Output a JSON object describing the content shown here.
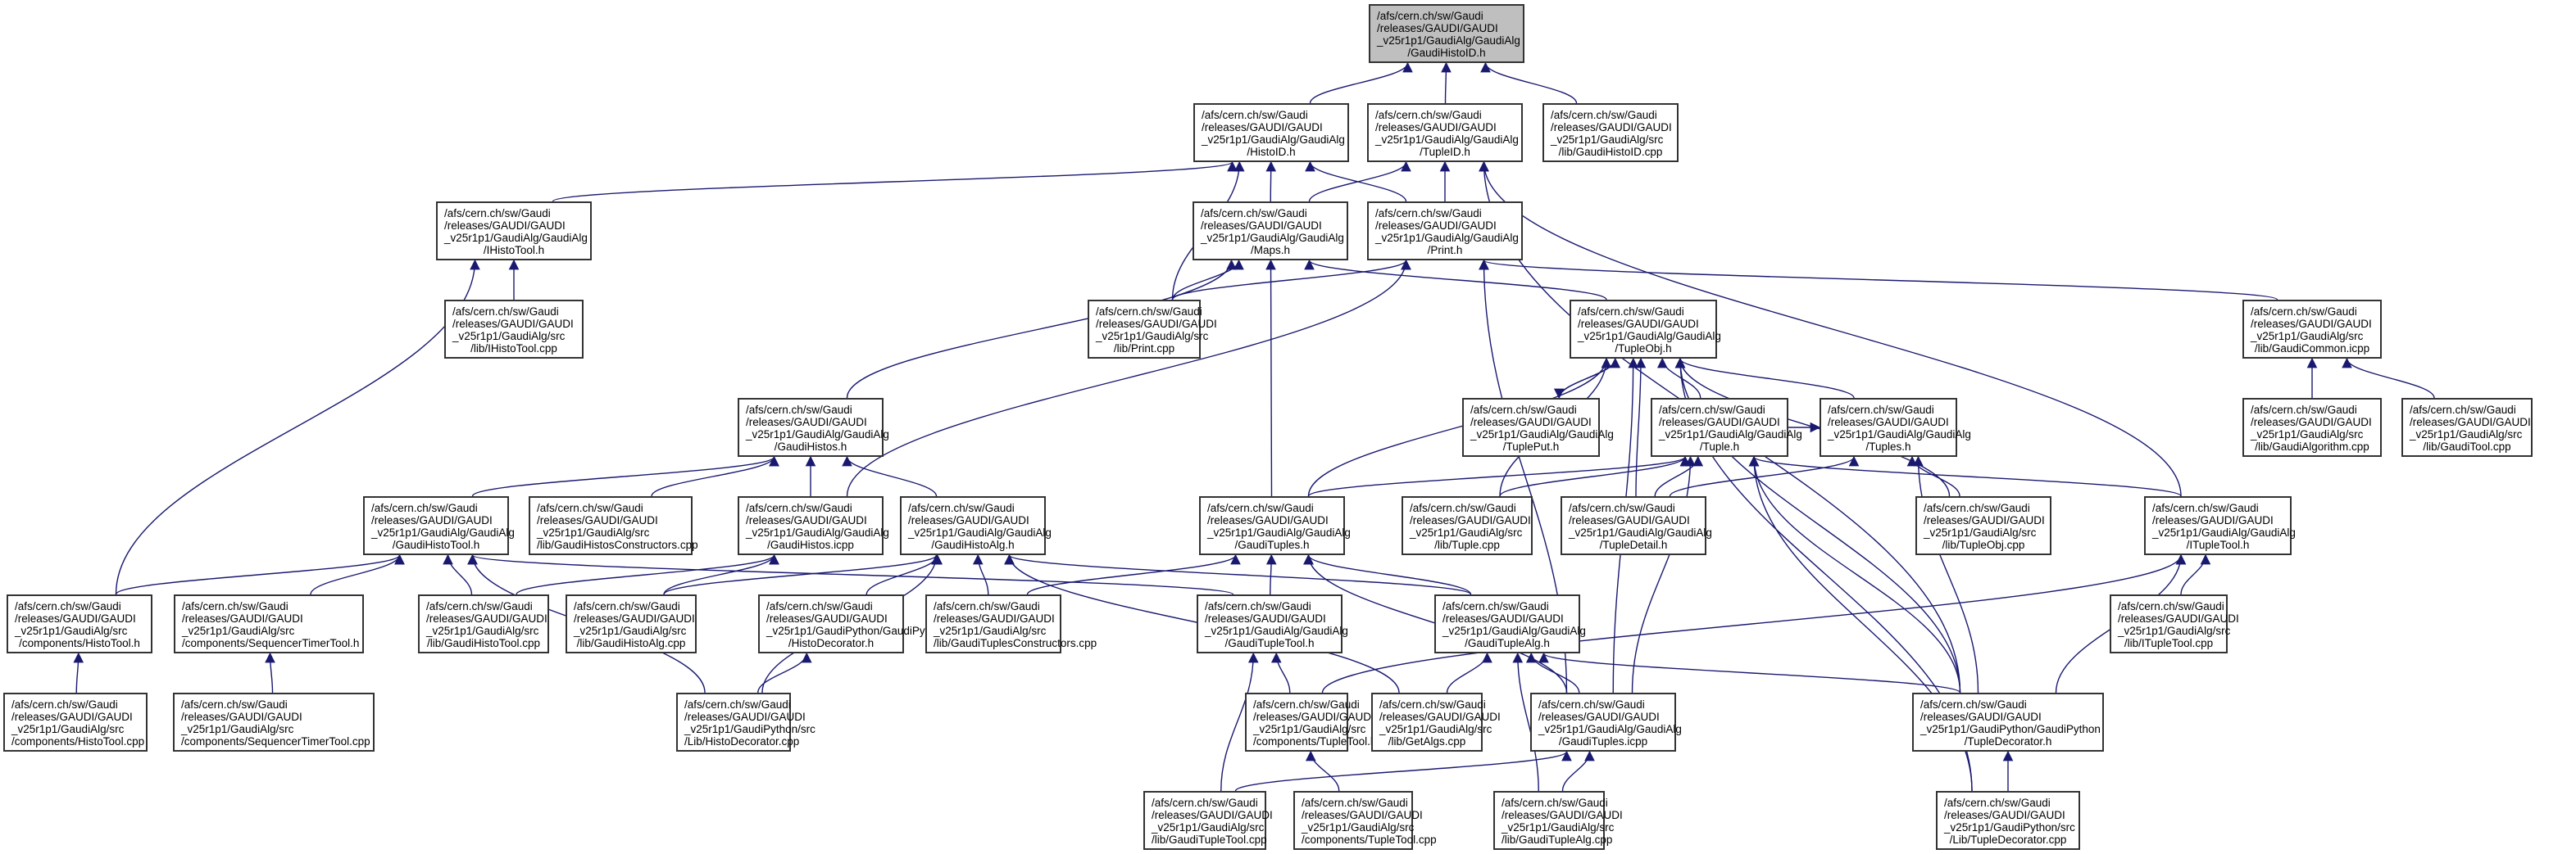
{
  "graph": {
    "title": "Include dependency graph for GaudiHistoID.h",
    "edge_color": "#191970",
    "root_fill": "#bfbfbf",
    "nodes": [
      {
        "id": "GaudiHistoID_h",
        "lines": [
          "/afs/cern.ch/sw/Gaudi",
          "/releases/GAUDI/GAUDI",
          "_v25r1p1/GaudiAlg/GaudiAlg",
          "/GaudiHistoID.h"
        ],
        "root": true
      },
      {
        "id": "HistoID_h",
        "lines": [
          "/afs/cern.ch/sw/Gaudi",
          "/releases/GAUDI/GAUDI",
          "_v25r1p1/GaudiAlg/GaudiAlg",
          "/HistoID.h"
        ]
      },
      {
        "id": "TupleID_h",
        "lines": [
          "/afs/cern.ch/sw/Gaudi",
          "/releases/GAUDI/GAUDI",
          "_v25r1p1/GaudiAlg/GaudiAlg",
          "/TupleID.h"
        ]
      },
      {
        "id": "GaudiHistoID_cpp",
        "lines": [
          "/afs/cern.ch/sw/Gaudi",
          "/releases/GAUDI/GAUDI",
          "_v25r1p1/GaudiAlg/src",
          "/lib/GaudiHistoID.cpp"
        ]
      },
      {
        "id": "IHistoTool_h",
        "lines": [
          "/afs/cern.ch/sw/Gaudi",
          "/releases/GAUDI/GAUDI",
          "_v25r1p1/GaudiAlg/GaudiAlg",
          "/IHistoTool.h"
        ]
      },
      {
        "id": "Maps_h",
        "lines": [
          "/afs/cern.ch/sw/Gaudi",
          "/releases/GAUDI/GAUDI",
          "_v25r1p1/GaudiAlg/GaudiAlg",
          "/Maps.h"
        ]
      },
      {
        "id": "Print_h",
        "lines": [
          "/afs/cern.ch/sw/Gaudi",
          "/releases/GAUDI/GAUDI",
          "_v25r1p1/GaudiAlg/GaudiAlg",
          "/Print.h"
        ]
      },
      {
        "id": "IHistoTool_cpp",
        "lines": [
          "/afs/cern.ch/sw/Gaudi",
          "/releases/GAUDI/GAUDI",
          "_v25r1p1/GaudiAlg/src",
          "/lib/IHistoTool.cpp"
        ]
      },
      {
        "id": "Print_cpp",
        "lines": [
          "/afs/cern.ch/sw/Gaudi",
          "/releases/GAUDI/GAUDI",
          "_v25r1p1/GaudiAlg/src",
          "/lib/Print.cpp"
        ]
      },
      {
        "id": "TupleObj_h",
        "lines": [
          "/afs/cern.ch/sw/Gaudi",
          "/releases/GAUDI/GAUDI",
          "_v25r1p1/GaudiAlg/GaudiAlg",
          "/TupleObj.h"
        ]
      },
      {
        "id": "GaudiCommon_icpp",
        "lines": [
          "/afs/cern.ch/sw/Gaudi",
          "/releases/GAUDI/GAUDI",
          "_v25r1p1/GaudiAlg/src",
          "/lib/GaudiCommon.icpp"
        ]
      },
      {
        "id": "GaudiHistos_h",
        "lines": [
          "/afs/cern.ch/sw/Gaudi",
          "/releases/GAUDI/GAUDI",
          "_v25r1p1/GaudiAlg/GaudiAlg",
          "/GaudiHistos.h"
        ]
      },
      {
        "id": "TuplePut_h",
        "lines": [
          "/afs/cern.ch/sw/Gaudi",
          "/releases/GAUDI/GAUDI",
          "_v25r1p1/GaudiAlg/GaudiAlg",
          "/TuplePut.h"
        ]
      },
      {
        "id": "Tuple_h",
        "lines": [
          "/afs/cern.ch/sw/Gaudi",
          "/releases/GAUDI/GAUDI",
          "_v25r1p1/GaudiAlg/GaudiAlg",
          "/Tuple.h"
        ]
      },
      {
        "id": "Tuples_h",
        "lines": [
          "/afs/cern.ch/sw/Gaudi",
          "/releases/GAUDI/GAUDI",
          "_v25r1p1/GaudiAlg/GaudiAlg",
          "/Tuples.h"
        ]
      },
      {
        "id": "GaudiAlgorithm_cpp",
        "lines": [
          "/afs/cern.ch/sw/Gaudi",
          "/releases/GAUDI/GAUDI",
          "_v25r1p1/GaudiAlg/src",
          "/lib/GaudiAlgorithm.cpp"
        ]
      },
      {
        "id": "GaudiTool_cpp",
        "lines": [
          "/afs/cern.ch/sw/Gaudi",
          "/releases/GAUDI/GAUDI",
          "_v25r1p1/GaudiAlg/src",
          "/lib/GaudiTool.cpp"
        ]
      },
      {
        "id": "GaudiHistoTool_h",
        "lines": [
          "/afs/cern.ch/sw/Gaudi",
          "/releases/GAUDI/GAUDI",
          "_v25r1p1/GaudiAlg/GaudiAlg",
          "/GaudiHistoTool.h"
        ]
      },
      {
        "id": "GaudiHistosConstructors_cpp",
        "lines": [
          "/afs/cern.ch/sw/Gaudi",
          "/releases/GAUDI/GAUDI",
          "_v25r1p1/GaudiAlg/src",
          "/lib/GaudiHistosConstructors.cpp"
        ]
      },
      {
        "id": "GaudiHistos_icpp",
        "lines": [
          "/afs/cern.ch/sw/Gaudi",
          "/releases/GAUDI/GAUDI",
          "_v25r1p1/GaudiAlg/GaudiAlg",
          "/GaudiHistos.icpp"
        ]
      },
      {
        "id": "GaudiHistoAlg_h",
        "lines": [
          "/afs/cern.ch/sw/Gaudi",
          "/releases/GAUDI/GAUDI",
          "_v25r1p1/GaudiAlg/GaudiAlg",
          "/GaudiHistoAlg.h"
        ]
      },
      {
        "id": "GaudiTuples_h",
        "lines": [
          "/afs/cern.ch/sw/Gaudi",
          "/releases/GAUDI/GAUDI",
          "_v25r1p1/GaudiAlg/GaudiAlg",
          "/GaudiTuples.h"
        ]
      },
      {
        "id": "Tuple_cpp",
        "lines": [
          "/afs/cern.ch/sw/Gaudi",
          "/releases/GAUDI/GAUDI",
          "_v25r1p1/GaudiAlg/src",
          "/lib/Tuple.cpp"
        ]
      },
      {
        "id": "TupleDetail_h",
        "lines": [
          "/afs/cern.ch/sw/Gaudi",
          "/releases/GAUDI/GAUDI",
          "_v25r1p1/GaudiAlg/GaudiAlg",
          "/TupleDetail.h"
        ]
      },
      {
        "id": "TupleObj_cpp",
        "lines": [
          "/afs/cern.ch/sw/Gaudi",
          "/releases/GAUDI/GAUDI",
          "_v25r1p1/GaudiAlg/src",
          "/lib/TupleObj.cpp"
        ]
      },
      {
        "id": "ITupleTool_h",
        "lines": [
          "/afs/cern.ch/sw/Gaudi",
          "/releases/GAUDI/GAUDI",
          "_v25r1p1/GaudiAlg/GaudiAlg",
          "/ITupleTool.h"
        ]
      },
      {
        "id": "HistoTool_h",
        "lines": [
          "/afs/cern.ch/sw/Gaudi",
          "/releases/GAUDI/GAUDI",
          "_v25r1p1/GaudiAlg/src",
          "/components/HistoTool.h"
        ]
      },
      {
        "id": "SequencerTimerTool_h",
        "lines": [
          "/afs/cern.ch/sw/Gaudi",
          "/releases/GAUDI/GAUDI",
          "_v25r1p1/GaudiAlg/src",
          "/components/SequencerTimerTool.h"
        ]
      },
      {
        "id": "GaudiHistoTool_cpp",
        "lines": [
          "/afs/cern.ch/sw/Gaudi",
          "/releases/GAUDI/GAUDI",
          "_v25r1p1/GaudiAlg/src",
          "/lib/GaudiHistoTool.cpp"
        ]
      },
      {
        "id": "GaudiHistoAlg_cpp",
        "lines": [
          "/afs/cern.ch/sw/Gaudi",
          "/releases/GAUDI/GAUDI",
          "_v25r1p1/GaudiAlg/src",
          "/lib/GaudiHistoAlg.cpp"
        ]
      },
      {
        "id": "HistoDecorator_h",
        "lines": [
          "/afs/cern.ch/sw/Gaudi",
          "/releases/GAUDI/GAUDI",
          "_v25r1p1/GaudiPython/GaudiPython",
          "/HistoDecorator.h"
        ]
      },
      {
        "id": "GaudiTuplesConstructors_cpp",
        "lines": [
          "/afs/cern.ch/sw/Gaudi",
          "/releases/GAUDI/GAUDI",
          "_v25r1p1/GaudiAlg/src",
          "/lib/GaudiTuplesConstructors.cpp"
        ]
      },
      {
        "id": "GaudiTupleTool_h",
        "lines": [
          "/afs/cern.ch/sw/Gaudi",
          "/releases/GAUDI/GAUDI",
          "_v25r1p1/GaudiAlg/GaudiAlg",
          "/GaudiTupleTool.h"
        ]
      },
      {
        "id": "GaudiTupleAlg_h",
        "lines": [
          "/afs/cern.ch/sw/Gaudi",
          "/releases/GAUDI/GAUDI",
          "_v25r1p1/GaudiAlg/GaudiAlg",
          "/GaudiTupleAlg.h"
        ]
      },
      {
        "id": "ITupleTool_cpp",
        "lines": [
          "/afs/cern.ch/sw/Gaudi",
          "/releases/GAUDI/GAUDI",
          "_v25r1p1/GaudiAlg/src",
          "/lib/ITupleTool.cpp"
        ]
      },
      {
        "id": "HistoTool_cpp",
        "lines": [
          "/afs/cern.ch/sw/Gaudi",
          "/releases/GAUDI/GAUDI",
          "_v25r1p1/GaudiAlg/src",
          "/components/HistoTool.cpp"
        ]
      },
      {
        "id": "SequencerTimerTool_cpp",
        "lines": [
          "/afs/cern.ch/sw/Gaudi",
          "/releases/GAUDI/GAUDI",
          "_v25r1p1/GaudiAlg/src",
          "/components/SequencerTimerTool.cpp"
        ]
      },
      {
        "id": "HistoDecorator_cpp",
        "lines": [
          "/afs/cern.ch/sw/Gaudi",
          "/releases/GAUDI/GAUDI",
          "_v25r1p1/GaudiPython/src",
          "/Lib/HistoDecorator.cpp"
        ]
      },
      {
        "id": "TupleTool_h",
        "lines": [
          "/afs/cern.ch/sw/Gaudi",
          "/releases/GAUDI/GAUDI",
          "_v25r1p1/GaudiAlg/src",
          "/components/TupleTool.h"
        ]
      },
      {
        "id": "GetAlgs_cpp",
        "lines": [
          "/afs/cern.ch/sw/Gaudi",
          "/releases/GAUDI/GAUDI",
          "_v25r1p1/GaudiAlg/src",
          "/lib/GetAlgs.cpp"
        ]
      },
      {
        "id": "GaudiTuples_icpp",
        "lines": [
          "/afs/cern.ch/sw/Gaudi",
          "/releases/GAUDI/GAUDI",
          "_v25r1p1/GaudiAlg/GaudiAlg",
          "/GaudiTuples.icpp"
        ]
      },
      {
        "id": "TupleDecorator_h",
        "lines": [
          "/afs/cern.ch/sw/Gaudi",
          "/releases/GAUDI/GAUDI",
          "_v25r1p1/GaudiPython/GaudiPython",
          "/TupleDecorator.h"
        ]
      },
      {
        "id": "GaudiTupleTool_cpp",
        "lines": [
          "/afs/cern.ch/sw/Gaudi",
          "/releases/GAUDI/GAUDI",
          "_v25r1p1/GaudiAlg/src",
          "/lib/GaudiTupleTool.cpp"
        ]
      },
      {
        "id": "TupleTool_cpp",
        "lines": [
          "/afs/cern.ch/sw/Gaudi",
          "/releases/GAUDI/GAUDI",
          "_v25r1p1/GaudiAlg/src",
          "/components/TupleTool.cpp"
        ]
      },
      {
        "id": "GaudiTupleAlg_cpp",
        "lines": [
          "/afs/cern.ch/sw/Gaudi",
          "/releases/GAUDI/GAUDI",
          "_v25r1p1/GaudiAlg/src",
          "/lib/GaudiTupleAlg.cpp"
        ]
      },
      {
        "id": "TupleDecorator_cpp",
        "lines": [
          "/afs/cern.ch/sw/Gaudi",
          "/releases/GAUDI/GAUDI",
          "_v25r1p1/GaudiPython/src",
          "/Lib/TupleDecorator.cpp"
        ]
      }
    ],
    "edges": [
      [
        "HistoID_h",
        "GaudiHistoID_h"
      ],
      [
        "TupleID_h",
        "GaudiHistoID_h"
      ],
      [
        "GaudiHistoID_cpp",
        "GaudiHistoID_h"
      ],
      [
        "IHistoTool_h",
        "HistoID_h"
      ],
      [
        "Maps_h",
        "HistoID_h"
      ],
      [
        "Print_h",
        "HistoID_h"
      ],
      [
        "Print_cpp",
        "HistoID_h"
      ],
      [
        "Maps_h",
        "TupleID_h"
      ],
      [
        "Print_h",
        "TupleID_h"
      ],
      [
        "ITupleTool_h",
        "TupleID_h"
      ],
      [
        "TupleDecorator_h",
        "TupleID_h"
      ],
      [
        "IHistoTool_cpp",
        "IHistoTool_h"
      ],
      [
        "HistoTool_h",
        "IHistoTool_h"
      ],
      [
        "GaudiHistos_h",
        "Maps_h"
      ],
      [
        "TupleObj_h",
        "Maps_h"
      ],
      [
        "GaudiTuples_h",
        "Maps_h"
      ],
      [
        "Print_cpp",
        "Maps_h"
      ],
      [
        "Print_cpp",
        "Print_h"
      ],
      [
        "GaudiCommon_icpp",
        "Print_h"
      ],
      [
        "GaudiHistos_icpp",
        "Print_h"
      ],
      [
        "GaudiTuples_icpp",
        "Print_h"
      ],
      [
        "TuplePut_h",
        "TupleObj_h"
      ],
      [
        "Tuple_h",
        "TupleObj_h"
      ],
      [
        "Tuples_h",
        "TupleObj_h"
      ],
      [
        "Tuple_cpp",
        "TupleObj_h"
      ],
      [
        "TupleDetail_h",
        "TupleObj_h"
      ],
      [
        "TupleObj_cpp",
        "TupleObj_h"
      ],
      [
        "GaudiTuples_h",
        "TupleObj_h"
      ],
      [
        "GaudiTuples_icpp",
        "TupleObj_h"
      ],
      [
        "TupleDecorator_h",
        "TupleObj_h"
      ],
      [
        "TupleDecorator_cpp",
        "TupleObj_h"
      ],
      [
        "GaudiAlgorithm_cpp",
        "GaudiCommon_icpp"
      ],
      [
        "GaudiTool_cpp",
        "GaudiCommon_icpp"
      ],
      [
        "GaudiHistoTool_h",
        "GaudiHistos_h"
      ],
      [
        "GaudiHistosConstructors_cpp",
        "GaudiHistos_h"
      ],
      [
        "GaudiHistos_icpp",
        "GaudiHistos_h"
      ],
      [
        "GaudiHistoAlg_h",
        "GaudiHistos_h"
      ],
      [
        "TupleObj_h",
        "TuplePut_h"
      ],
      [
        "GaudiTuples_h",
        "Tuple_h"
      ],
      [
        "Tuple_cpp",
        "Tuple_h"
      ],
      [
        "TupleDetail_h",
        "Tuple_h"
      ],
      [
        "ITupleTool_h",
        "Tuple_h"
      ],
      [
        "GaudiTuples_icpp",
        "Tuple_h"
      ],
      [
        "TupleDecorator_h",
        "Tuple_h"
      ],
      [
        "TupleDecorator_cpp",
        "Tuple_h"
      ],
      [
        "Tuple_h",
        "Tuples_h"
      ],
      [
        "TupleDetail_h",
        "Tuples_h"
      ],
      [
        "TupleObj_cpp",
        "Tuples_h"
      ],
      [
        "TupleDecorator_h",
        "Tuples_h"
      ],
      [
        "HistoTool_h",
        "GaudiHistoTool_h"
      ],
      [
        "SequencerTimerTool_h",
        "GaudiHistoTool_h"
      ],
      [
        "GaudiHistoTool_cpp",
        "GaudiHistoTool_h"
      ],
      [
        "HistoDecorator_cpp",
        "GaudiHistoTool_h"
      ],
      [
        "GaudiTupleTool_h",
        "GaudiHistoTool_h"
      ],
      [
        "GaudiHistoTool_cpp",
        "GaudiHistos_icpp"
      ],
      [
        "GaudiHistoAlg_cpp",
        "GaudiHistos_icpp"
      ],
      [
        "GaudiHistoAlg_cpp",
        "GaudiHistoAlg_h"
      ],
      [
        "HistoDecorator_h",
        "GaudiHistoAlg_h"
      ],
      [
        "GaudiTuplesConstructors_cpp",
        "GaudiHistoAlg_h"
      ],
      [
        "HistoDecorator_cpp",
        "GaudiHistoAlg_h"
      ],
      [
        "GaudiTupleAlg_h",
        "GaudiHistoAlg_h"
      ],
      [
        "GetAlgs_cpp",
        "GaudiHistoAlg_h"
      ],
      [
        "GaudiTupleTool_h",
        "GaudiTuples_h"
      ],
      [
        "GaudiTupleAlg_h",
        "GaudiTuples_h"
      ],
      [
        "GaudiTuplesConstructors_cpp",
        "GaudiTuples_h"
      ],
      [
        "GaudiTuples_icpp",
        "GaudiTuples_h"
      ],
      [
        "ITupleTool_cpp",
        "ITupleTool_h"
      ],
      [
        "TupleTool_h",
        "ITupleTool_h"
      ],
      [
        "TupleDecorator_h",
        "ITupleTool_h"
      ],
      [
        "HistoTool_cpp",
        "HistoTool_h"
      ],
      [
        "SequencerTimerTool_cpp",
        "SequencerTimerTool_h"
      ],
      [
        "HistoDecorator_cpp",
        "HistoDecorator_h"
      ],
      [
        "TupleTool_h",
        "GaudiTupleTool_h"
      ],
      [
        "GaudiTupleTool_cpp",
        "GaudiTupleTool_h"
      ],
      [
        "GetAlgs_cpp",
        "GaudiTupleAlg_h"
      ],
      [
        "GaudiTuples_icpp",
        "GaudiTupleAlg_h"
      ],
      [
        "GaudiTupleAlg_cpp",
        "GaudiTupleAlg_h"
      ],
      [
        "TupleDecorator_h",
        "GaudiTupleAlg_h"
      ],
      [
        "TupleTool_cpp",
        "TupleTool_h"
      ],
      [
        "GaudiTupleTool_cpp",
        "GaudiTuples_icpp"
      ],
      [
        "GaudiTupleAlg_cpp",
        "GaudiTuples_icpp"
      ],
      [
        "TupleDecorator_cpp",
        "TupleDecorator_h"
      ]
    ]
  }
}
